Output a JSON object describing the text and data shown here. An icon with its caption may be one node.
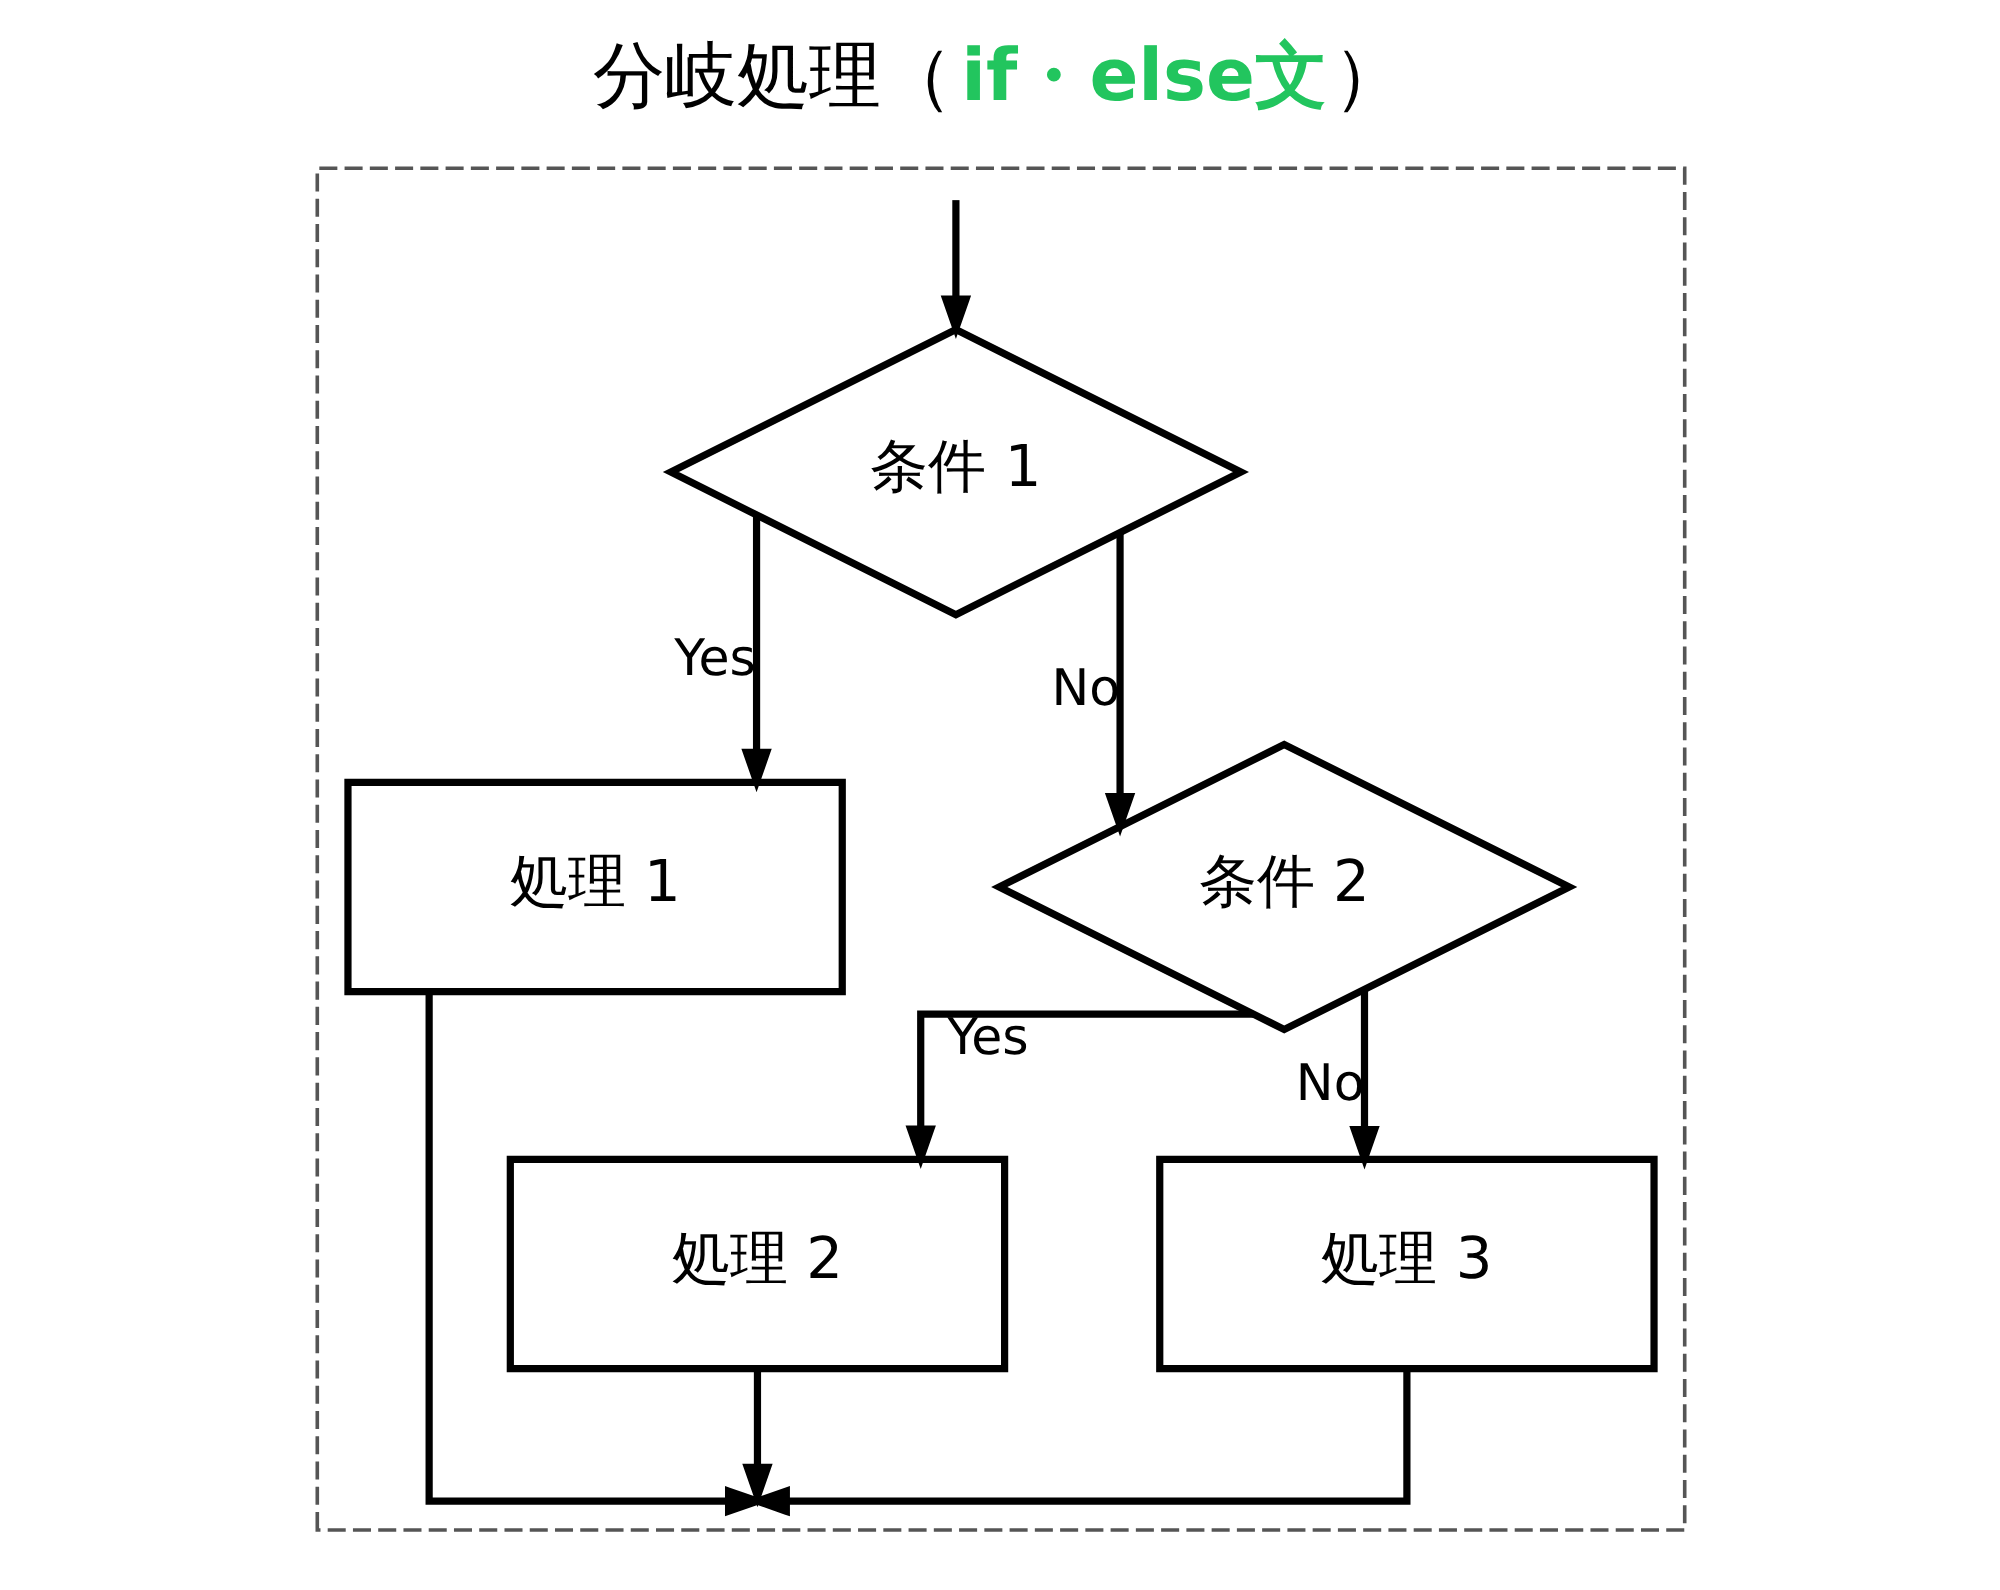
{
  "diagram": {
    "title": "分岐処理（**if・else文**）",
    "nodes": [
      {
        "text": [],
        "shape": "box"
      },
      {
        "text": [
          "条件 1"
        ],
        "in": 0
      },
      {
        "text": [
          "処理 1"
        ],
        "in": 0
      },
      {
        "text": [
          "条件 2"
        ],
        "in": 0
      },
      {
        "text": [
          "処理 2"
        ],
        "in": 0
      },
      {
        "text": [
          "処理 3"
        ],
        "in": 0
      }
    ],
    "edges": [
      {
        "from": null,
        "to": 1,
        "arrow": "to"
      },
      {
        "from": 1,
        "to": 2,
        "arrow": "to",
        "label": "Yes"
      },
      {
        "from": 1,
        "to": 3,
        "arrow": "to",
        "label": "No"
      },
      {
        "from": 3,
        "to": 4,
        "arrow": "to",
        "label": "Yes"
      },
      {
        "from": 3,
        "to": 5,
        "arrow": "to",
        "label": "No"
      },
      {
        "from": 2,
        "to": null,
        "arrow": "to"
      },
      {
        "from": 4,
        "to": null,
        "arrow": "to"
      },
      {
        "from": 5,
        "to": null,
        "arrow": "to"
      }
    ]
  }
}
